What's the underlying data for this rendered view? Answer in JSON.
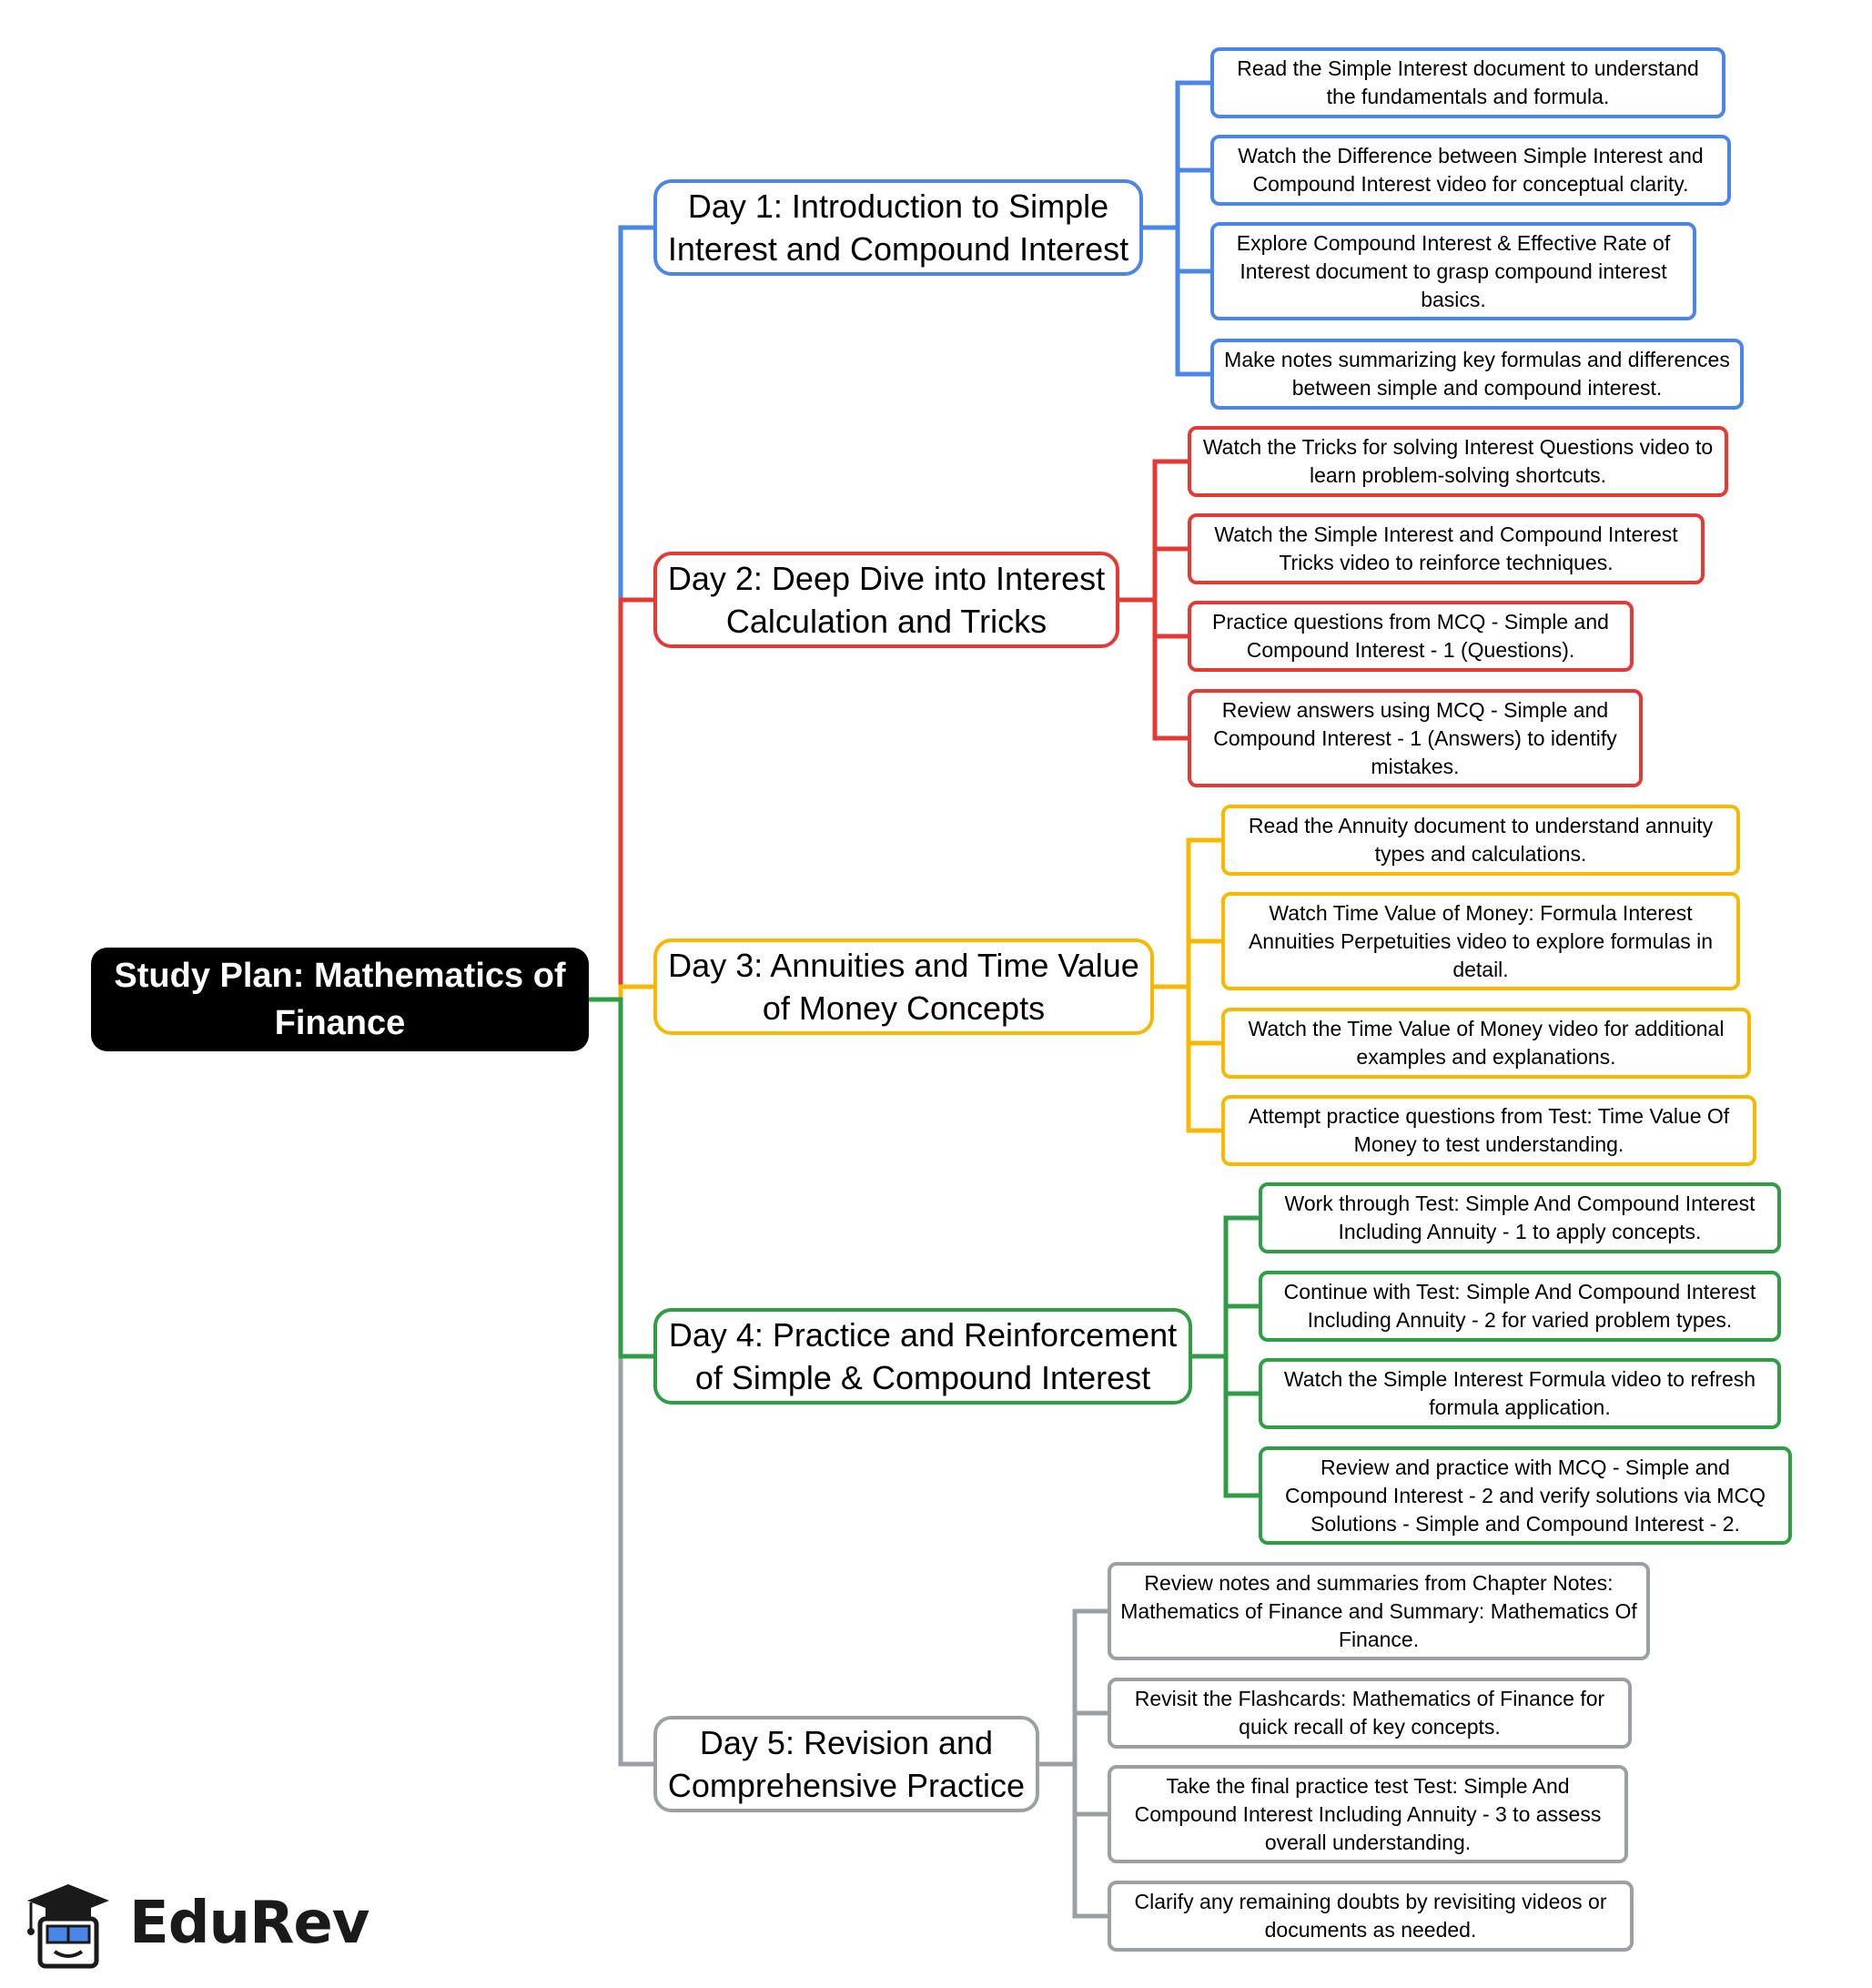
{
  "root": {
    "title": "Study Plan: Mathematics of Finance"
  },
  "colors": {
    "day1": "#4a86e8",
    "day2": "#e53935",
    "day3": "#f9b800",
    "day4": "#2e9e44",
    "day5": "#9aa0a6",
    "root_bg": "#000000"
  },
  "days": [
    {
      "label": "Day 1: Introduction to Simple Interest and Compound Interest",
      "tasks": [
        "Read the Simple Interest document to understand the fundamentals and formula.",
        "Watch the Difference between Simple Interest and Compound Interest video for conceptual clarity.",
        "Explore Compound Interest & Effective Rate of Interest document to grasp compound interest basics.",
        "Make notes summarizing key formulas and differences between simple and compound interest."
      ]
    },
    {
      "label": "Day 2: Deep Dive into Interest Calculation and Tricks",
      "tasks": [
        "Watch the Tricks for solving Interest Questions video to learn problem-solving shortcuts.",
        "Watch the Simple Interest and Compound Interest Tricks video to reinforce techniques.",
        "Practice questions from MCQ - Simple and Compound Interest - 1 (Questions).",
        "Review answers using MCQ - Simple and Compound Interest - 1 (Answers) to identify mistakes."
      ]
    },
    {
      "label": "Day 3: Annuities and Time Value of Money Concepts",
      "tasks": [
        "Read the Annuity document to understand annuity types and calculations.",
        "Watch Time Value of Money: Formula Interest Annuities Perpetuities video to explore formulas in detail.",
        "Watch the Time Value of Money video for additional examples and explanations.",
        "Attempt practice questions from Test: Time Value Of Money to test understanding."
      ]
    },
    {
      "label": "Day 4: Practice and Reinforcement of Simple & Compound Interest",
      "tasks": [
        "Work through Test: Simple And Compound Interest Including Annuity - 1 to apply concepts.",
        "Continue with Test: Simple And Compound Interest Including Annuity - 2 for varied problem types.",
        "Watch the Simple Interest Formula video to refresh formula application.",
        "Review and practice with MCQ - Simple and Compound Interest - 2 and verify solutions via MCQ Solutions - Simple and Compound Interest - 2."
      ]
    },
    {
      "label": "Day 5: Revision and Comprehensive Practice",
      "tasks": [
        "Review notes and summaries from Chapter Notes: Mathematics of Finance and Summary: Mathematics Of Finance.",
        "Revisit the Flashcards: Mathematics of Finance for quick recall of key concepts.",
        "Take the final practice test Test: Simple And Compound Interest Including Annuity - 3 to assess overall understanding.",
        "Clarify any remaining doubts by revisiting videos or documents as needed."
      ]
    }
  ],
  "logo": {
    "text": "EduRev",
    "icon": "graduate-cap-icon"
  }
}
